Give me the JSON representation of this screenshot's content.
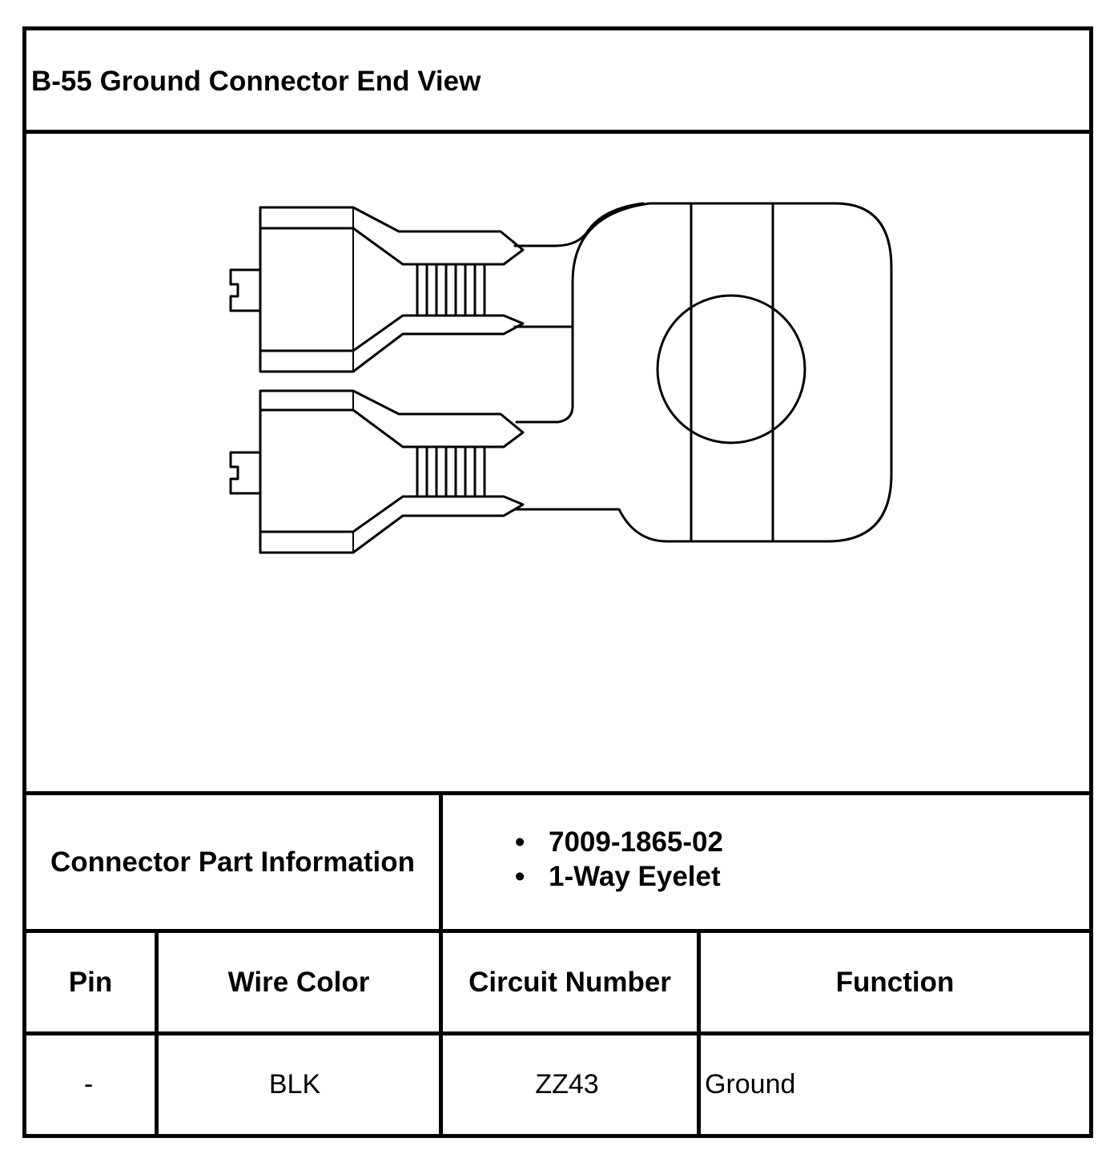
{
  "header": {
    "title": "B-55 Ground Connector End View"
  },
  "part_info": {
    "label": "Connector Part Information",
    "bullet": "•",
    "items": [
      "7009-1865-02",
      "1-Way Eyelet"
    ]
  },
  "pin_table": {
    "columns": [
      "Pin",
      "Wire Color",
      "Circuit Number",
      "Function"
    ],
    "rows": [
      [
        "-",
        "BLK",
        "ZZ43",
        "Ground"
      ]
    ]
  },
  "colors": {
    "line": "#000000",
    "background": "#ffffff"
  }
}
